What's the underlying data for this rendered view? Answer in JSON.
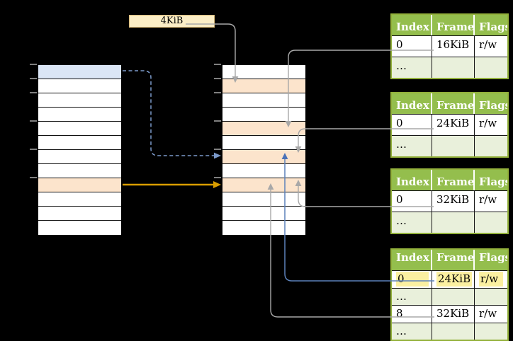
{
  "diagram": {
    "background": "#000000",
    "page_size_label": "4KiB",
    "virtual_memory": {
      "rows": 12,
      "row_highlights": [
        {
          "row": 0,
          "color": "#DAE5F5"
        },
        {
          "row": 8,
          "color": "#FCE4CC"
        }
      ],
      "tick_rows": [
        0,
        1,
        2,
        4,
        6,
        8
      ]
    },
    "physical_memory": {
      "rows": 12,
      "row_highlights": [
        {
          "row": 1,
          "color": "#FCE4CC"
        },
        {
          "row": 4,
          "color": "#FCE4CC"
        },
        {
          "row": 6,
          "color": "#FCE4CC"
        },
        {
          "row": 8,
          "color": "#FCE4CC"
        }
      ],
      "tick_rows": [
        0,
        1,
        2,
        4,
        6,
        8
      ]
    },
    "tables": [
      {
        "headers": [
          "Index",
          "Frame",
          "Flags"
        ],
        "rows": [
          [
            "0",
            "16KiB",
            "r/w"
          ],
          [
            "…",
            "",
            ""
          ]
        ],
        "shaded_rows": [
          1
        ]
      },
      {
        "headers": [
          "Index",
          "Frame",
          "Flags"
        ],
        "rows": [
          [
            "0",
            "24KiB",
            "r/w"
          ],
          [
            "…",
            "",
            ""
          ]
        ],
        "shaded_rows": [
          1
        ]
      },
      {
        "headers": [
          "Index",
          "Frame",
          "Flags"
        ],
        "rows": [
          [
            "0",
            "32KiB",
            "r/w"
          ],
          [
            "…",
            "",
            ""
          ]
        ],
        "shaded_rows": [
          1
        ]
      },
      {
        "headers": [
          "Index",
          "Frame",
          "Flags"
        ],
        "rows": [
          [
            "0",
            "24KiB",
            "r/w"
          ],
          [
            "…",
            "",
            ""
          ],
          [
            "8",
            "32KiB",
            "r/w"
          ],
          [
            "…",
            "",
            ""
          ]
        ],
        "shaded_rows": [
          1,
          3
        ],
        "highlighted_row": 0
      }
    ],
    "colors": {
      "table_header_bg": "#94BE4D",
      "table_header_text": "#FFFFFF",
      "table_shaded_row": "#E9F0DB",
      "table_border": "#93B13B",
      "cell_highlight": "#FBF0A1",
      "page_size_box_bg": "#FCEEC6",
      "page_size_box_border": "#D8B978",
      "connector_gray": "#A8A8A8",
      "connector_blue": "#5C81BA",
      "connector_blue_head": "#4A72B8",
      "connector_dashed_blue": "#7B99C9",
      "connector_orange": "#D99D00",
      "tick": "#7F7F7F"
    }
  }
}
